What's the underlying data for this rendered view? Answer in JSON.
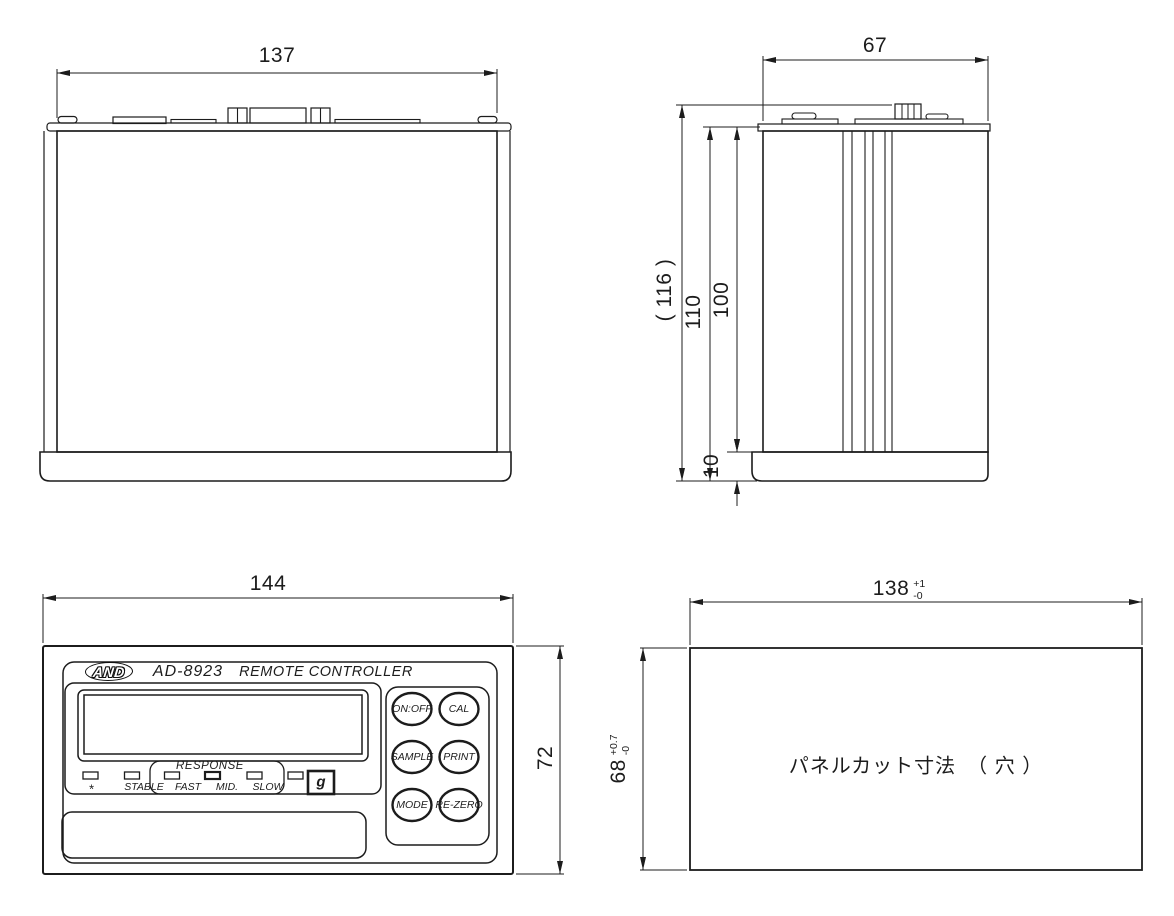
{
  "drawing": {
    "rear_view": {
      "dim_width": "137"
    },
    "side_view": {
      "dim_width": "67",
      "dim_overall_height": "( 116 )",
      "dim_height_with_base": "110",
      "dim_body_height": "100",
      "dim_base_height": "10"
    },
    "front_view": {
      "dim_width": "144",
      "dim_height": "72",
      "logo": "AND",
      "model": "AD-8923",
      "product_name": "REMOTE  CONTROLLER",
      "response_label": "RESPONSE",
      "indicator_labels": [
        "*",
        "STABLE",
        "FAST",
        "MID.",
        "SLOW"
      ],
      "unit_label": "g",
      "buttons": [
        "ON:OFF",
        "CAL",
        "SAMPLE",
        "PRINT",
        "MODE",
        "RE-ZERO"
      ]
    },
    "panel_cut_view": {
      "dim_width": "138",
      "dim_width_tol_plus": "+1",
      "dim_width_tol_minus": "-0",
      "dim_height": "68",
      "dim_height_tol_plus": "+0.7",
      "dim_height_tol_minus": "-0",
      "label": "パネルカット寸法　（ 穴 ）"
    }
  }
}
